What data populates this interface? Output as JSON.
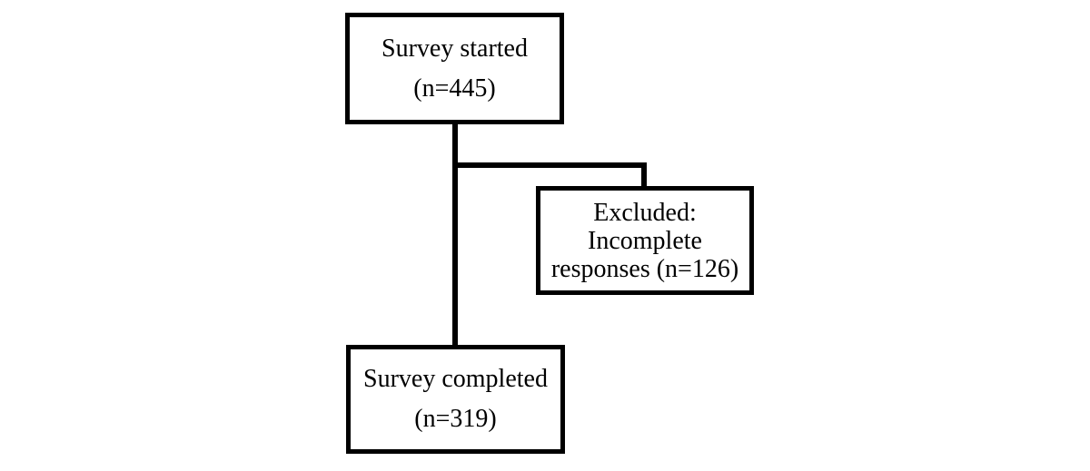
{
  "diagram": {
    "type": "flowchart",
    "colors": {
      "background": "#ffffff",
      "box_border": "#000000",
      "box_fill": "#ffffff",
      "connector": "#000000",
      "text": "#000000"
    },
    "nodes": {
      "survey_started": {
        "line1": "Survey started",
        "line2": "(n=445)"
      },
      "excluded": {
        "line1": "Excluded:",
        "line2": "Incomplete",
        "line3": "responses (n=126)"
      },
      "survey_completed": {
        "line1": "Survey completed",
        "line2": "(n=319)"
      }
    }
  }
}
